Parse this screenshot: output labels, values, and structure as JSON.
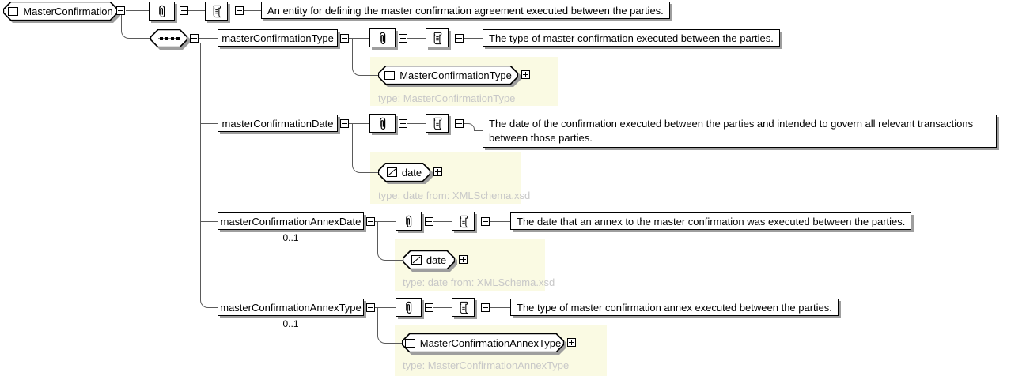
{
  "root": {
    "label": "MasterConfirmation",
    "annotation": "An entity for defining the master confirmation agreement executed between the parties."
  },
  "children": [
    {
      "name": "masterConfirmationType",
      "annotation": "The type of master confirmation executed between the parties.",
      "type": {
        "label": "MasterConfirmationType",
        "note": "type: MasterConfirmationType"
      }
    },
    {
      "name": "masterConfirmationDate",
      "annotation": "The date of the confirmation executed between the parties and intended to govern all relevant transactions between those parties.",
      "type": {
        "label": "date",
        "note": "type: date from: XMLSchema.xsd"
      }
    },
    {
      "name": "masterConfirmationAnnexDate",
      "cardinality": "0..1",
      "annotation": "The date that an annex to the master confirmation was executed between the parties.",
      "type": {
        "label": "date",
        "note": "type: date from: XMLSchema.xsd"
      }
    },
    {
      "name": "masterConfirmationAnnexType",
      "cardinality": "0..1",
      "annotation": "The type of master confirmation annex executed between the parties.",
      "type": {
        "label": "MasterConfirmationAnnexType",
        "note": "type: MasterConfirmationAnnexType"
      }
    }
  ],
  "icons": {
    "element": "square-icon",
    "simple_type": "square-diagonal-icon",
    "attributes": "paperclip-icon",
    "annotation": "scroll-icon",
    "compositor": "sequence-dots-icon",
    "collapse": "minus-box-icon",
    "expand": "plus-box-icon"
  },
  "colors": {
    "background": "#FFFFFF",
    "panel_bg": "#FAFAE3",
    "type_note_text": "#C8C8C8",
    "node_border": "#000000",
    "shadow": "#9E9E9E",
    "line": "#5A5A5A"
  }
}
